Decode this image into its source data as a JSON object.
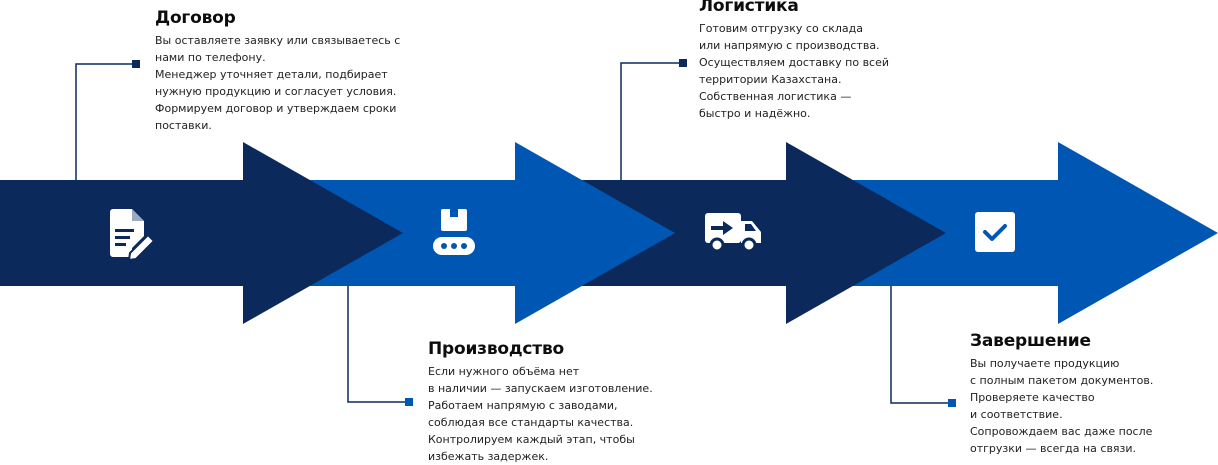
{
  "colors": {
    "dark": "#0b2a5b",
    "blue": "#0057b3",
    "connector": "#0b2a5b",
    "icon": "#ffffff"
  },
  "steps": [
    {
      "title": "Договор",
      "icon": "document-edit-icon",
      "text": "Вы оставляете заявку или связываетесь с\nнами по телефону.\nМенеджер уточняет детали, подбирает\nнужную продукцию и согласует условия.\nФормируем договор и утверждаем сроки\nпоставки."
    },
    {
      "title": "Производство",
      "icon": "conveyor-box-icon",
      "text": "Если нужного объёма нет\nв наличии — запускаем изготовление.\nРаботаем напрямую с заводами,\nсоблюдая все стандарты качества.\nКонтролируем каждый этап, чтобы\nизбежать задержек."
    },
    {
      "title": "Логистика",
      "icon": "truck-icon",
      "text": "Готовим отгрузку со склада\nили напрямую с производства.\nОсуществляем доставку по всей\nтерритории Казахстана.\nСобственная логистика —\nбыстро и надёжно."
    },
    {
      "title": "Завершение",
      "icon": "checkbox-icon",
      "text": "Вы получаете продукцию\nс полным пакетом документов.\nПроверяете качество\nи соответствие.\nСопровождаем вас даже после\nотгрузки — всегда на связи."
    }
  ]
}
